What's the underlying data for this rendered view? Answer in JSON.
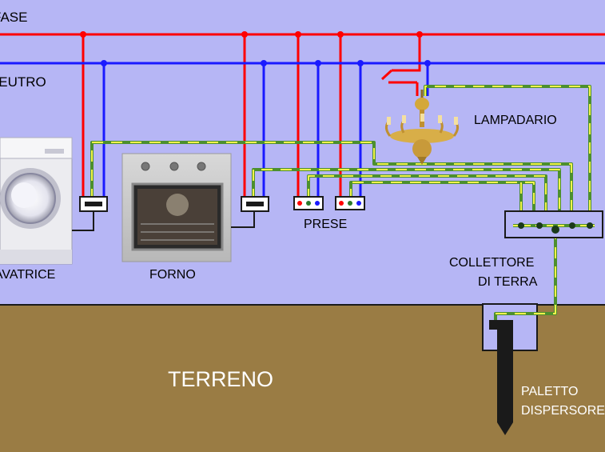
{
  "labels": {
    "phase": "FASE",
    "neutral": "NEUTRO",
    "lamp": "LAMPADARIO",
    "sockets": "PRESE",
    "washer": "LAVATRICE",
    "oven": "FORNO",
    "collector_line1": "COLLETTORE",
    "collector_line2": "DI TERRA",
    "ground": "TERRENO",
    "rod_line1": "PALETTO",
    "rod_line2": "DISPERSORE"
  },
  "colors": {
    "background": "#b6b6f5",
    "soil": "#9a7c44",
    "phase_wire": "#ff0000",
    "neutral_wire": "#1a1aff",
    "earth_wire_green": "#4c8f2e",
    "earth_wire_yellow": "#f2f24a",
    "rod": "#1a1a1a"
  }
}
